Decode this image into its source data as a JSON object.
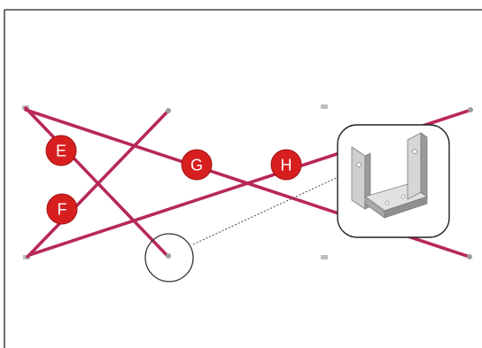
{
  "diagram": {
    "callouts": [
      {
        "id": "E",
        "label": "E"
      },
      {
        "id": "F",
        "label": "F"
      },
      {
        "id": "G",
        "label": "G"
      },
      {
        "id": "H",
        "label": "H"
      }
    ],
    "colors": {
      "strap": "#b8285a",
      "callout_fill": "#d71f1f",
      "callout_text": "#ffffff",
      "frame": "#222222",
      "marker": "#bdbdbd",
      "bracket_light": "#d8d8d8",
      "bracket_dark": "#8a8a8a"
    }
  }
}
